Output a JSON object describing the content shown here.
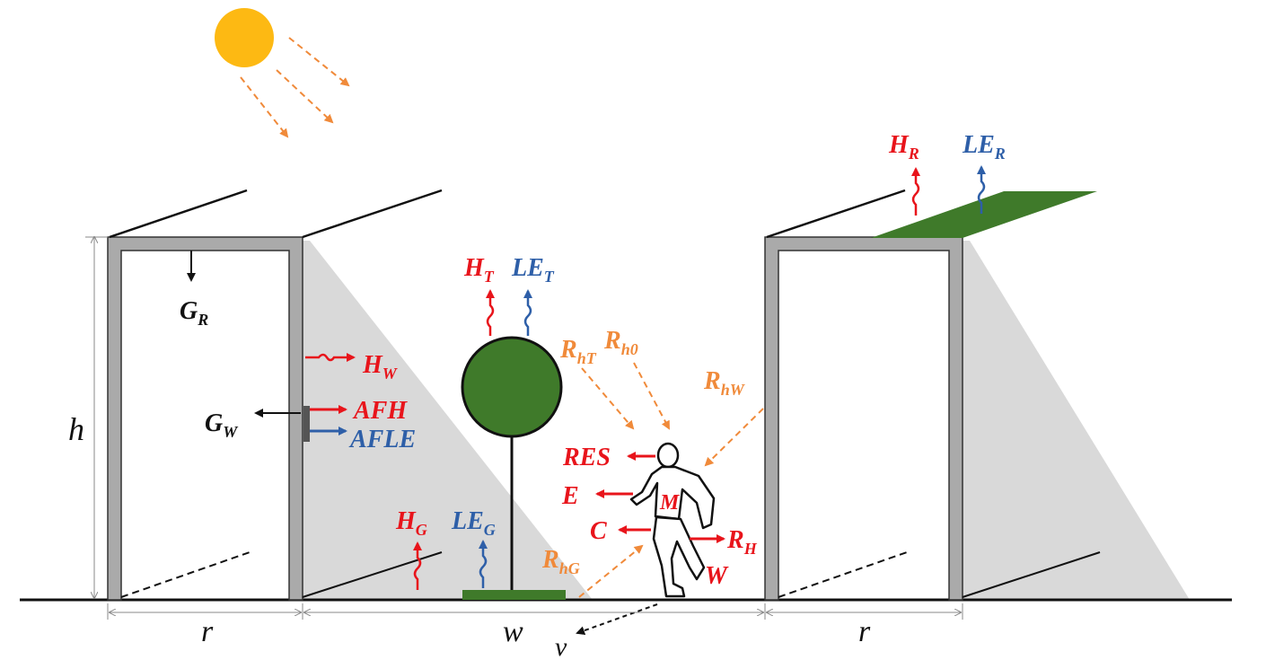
{
  "colors": {
    "red": "#e8141b",
    "blue": "#2e5fa8",
    "orange": "#f08a3a",
    "black": "#111111",
    "green": "#3f7a2a",
    "shadow": "#d9d9d9",
    "wall": "#aaaaaa",
    "sun": "#fdb913"
  },
  "labels": {
    "G_R": {
      "main": "G",
      "sub": "R"
    },
    "G_W": {
      "main": "G",
      "sub": "W"
    },
    "H_W": {
      "main": "H",
      "sub": "W"
    },
    "AFH": "AFH",
    "AFLE": "AFLE",
    "H_T": {
      "main": "H",
      "sub": "T"
    },
    "LE_T": {
      "main": "LE",
      "sub": "T"
    },
    "H_R": {
      "main": "H",
      "sub": "R"
    },
    "LE_R": {
      "main": "LE",
      "sub": "R"
    },
    "R_hT": {
      "main": "R",
      "sub": "hT"
    },
    "R_h0": {
      "main": "R",
      "sub": "h0"
    },
    "R_hW": {
      "main": "R",
      "sub": "hW"
    },
    "RES": "RES",
    "E": "E",
    "C": "C",
    "M": "M",
    "R_H": {
      "main": "R",
      "sub": "H"
    },
    "W": "W",
    "H_G": {
      "main": "H",
      "sub": "G"
    },
    "LE_G": {
      "main": "LE",
      "sub": "G"
    },
    "R_hG": {
      "main": "R",
      "sub": "hG"
    },
    "h": "h",
    "r_left": "r",
    "w": "w",
    "v": "v",
    "r_right": "r"
  }
}
